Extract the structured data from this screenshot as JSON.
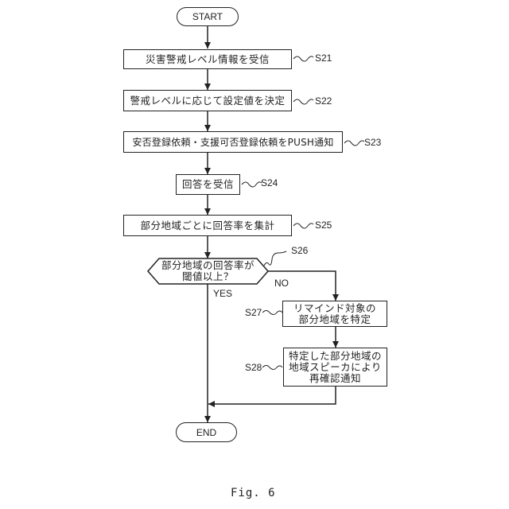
{
  "diagram": {
    "start_label": "START",
    "end_label": "END",
    "steps": [
      {
        "id": "S21",
        "text": "災害警戒レベル情報を受信"
      },
      {
        "id": "S22",
        "text": "警戒レベルに応じて設定値を決定"
      },
      {
        "id": "S23",
        "text": "安否登録依頼・支援可否登録依頼をPUSH通知"
      },
      {
        "id": "S24",
        "text": "回答を受信"
      },
      {
        "id": "S25",
        "text": "部分地域ごとに回答率を集計"
      },
      {
        "id": "S26",
        "text_line1": "部分地域の回答率が",
        "text_line2": "閾値以上？"
      },
      {
        "id": "S27",
        "text_line1": "リマインド対象の",
        "text_line2": "部分地域を特定"
      },
      {
        "id": "S28",
        "text_line1": "特定した部分地域の",
        "text_line2": "地域スピーカにより",
        "text_line3": "再確認通知"
      }
    ],
    "branch_yes": "YES",
    "branch_no": "NO"
  },
  "caption": "Fig. 6"
}
